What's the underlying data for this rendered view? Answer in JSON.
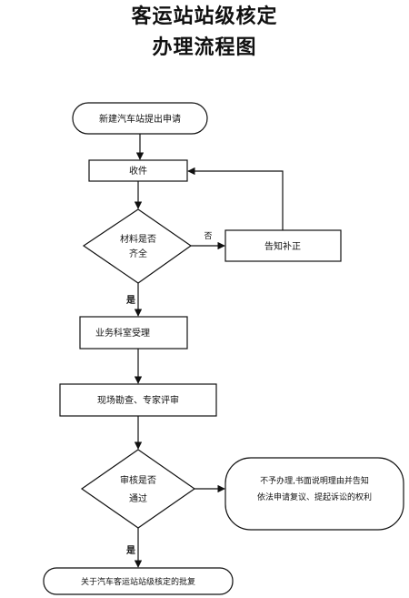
{
  "title": {
    "line1": "客运站站级核定",
    "line2": "办理流程图"
  },
  "flow": {
    "start": "新建汽车站提出申请",
    "receive": "收件",
    "decision1_line1": "材料是否",
    "decision1_line2": "齐全",
    "no_label": "否",
    "notify": "告知补正",
    "yes1_label": "是",
    "accept": "业务科室受理",
    "inspect": "现场勘查、专家评审",
    "decision2_line1": "审核是否",
    "decision2_line2": "通过",
    "reject_line1": "不予办理,书面说明理由并告知",
    "reject_line2": "依法申请复议、提起诉讼的权利",
    "yes2_label": "是",
    "end": "关于汽车客运站站级核定的批复"
  }
}
